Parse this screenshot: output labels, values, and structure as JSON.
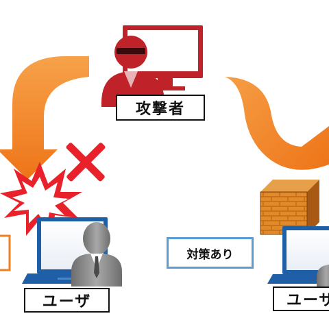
{
  "labels": {
    "attacker": "攻撃者",
    "user_left": "ユーザ",
    "user_right": "ユーザ",
    "countermeasure": "対策あり"
  },
  "colors": {
    "arrow": "#f07f22",
    "attacker": "#c0222a",
    "laptop": "#1f5fa8",
    "person": "#8a8a8a",
    "explosion": "#e8212a",
    "cross": "#e8212a",
    "brick": "#c9721a",
    "countermeasure_border": "#5b9bd5"
  },
  "icons": [
    "attacker-icon",
    "monitor-icon",
    "laptop-icon",
    "person-icon",
    "explosion-icon",
    "cross-icon",
    "firewall-icon"
  ]
}
